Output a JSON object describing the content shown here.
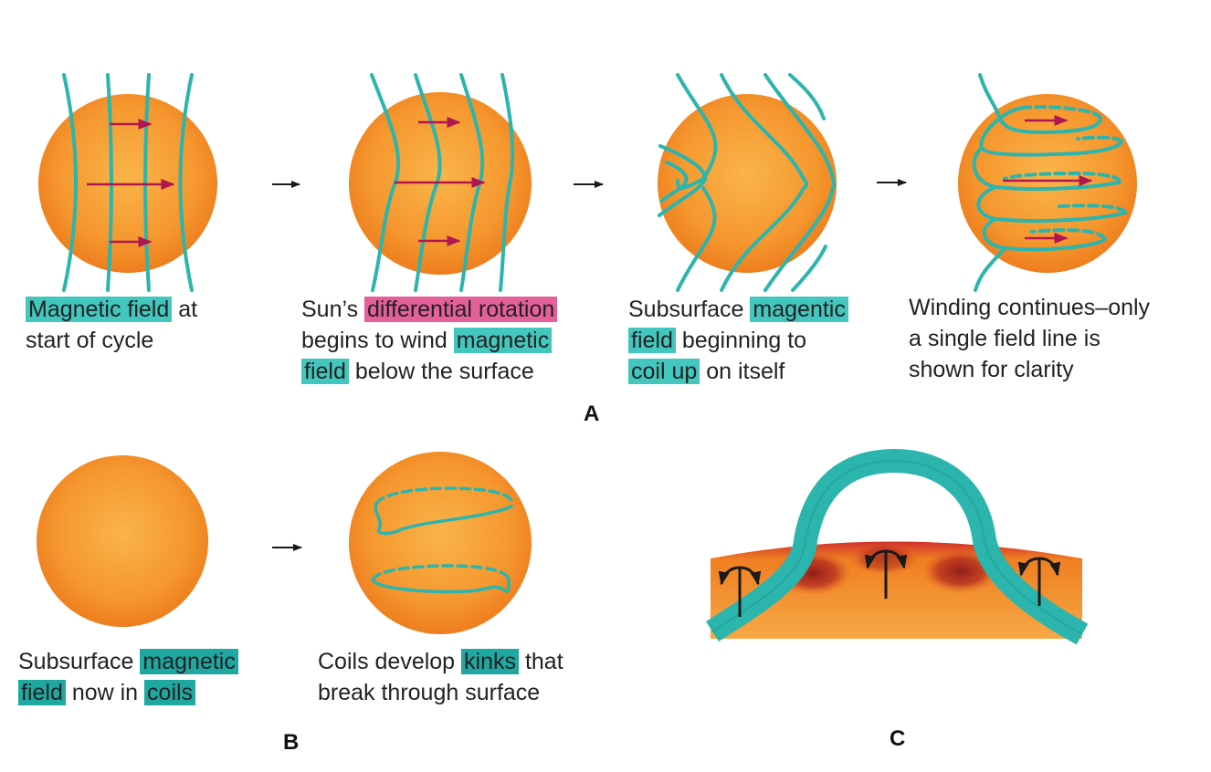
{
  "labels": {
    "A": "A",
    "B": "B",
    "C": "C"
  },
  "captions": {
    "a1": {
      "hl1": "Magnetic field",
      "t1": " at",
      "t2": "start of cycle"
    },
    "a2": {
      "t1": "Sun’s ",
      "hl1": "differential rotation",
      "t2": "begins to wind ",
      "hl2": "magnetic",
      "hl3": "field",
      "t3": " below the surface"
    },
    "a3": {
      "t1": "Subsurface ",
      "hl1": "magentic",
      "hl2": "field",
      "t2": " beginning to",
      "hl3": "coil up",
      "t3": " on itself"
    },
    "a4": {
      "t1": "Winding continues–only",
      "t2": "a single field line is",
      "t3": "shown for clarity"
    },
    "b1": {
      "t1": "Subsurface ",
      "hl1": "magnetic",
      "hl2": "field",
      "t2": " now in ",
      "hl3": "coils"
    },
    "b2": {
      "t1": "Coils develop ",
      "hl1": "kinks",
      "t2": " that",
      "t3": "break through surface"
    }
  },
  "colors": {
    "sun_center": "#f9b54a",
    "sun_edge": "#ef7f1f",
    "field_line": "#2bb5ad",
    "rotation_arrow": "#b01750",
    "highlight_teal": "#43c6bd",
    "highlight_pink": "#e4609b",
    "highlight_dark_teal": "#1fa7a1",
    "sunspot": "#a8201e",
    "flow_arrow": "#1a1a1a"
  },
  "icons": {
    "sequence_arrow": "right-arrow-icon",
    "rotation_arrow": "red-right-arrow-icon",
    "flow_arrow": "upward-split-arrow-icon"
  }
}
